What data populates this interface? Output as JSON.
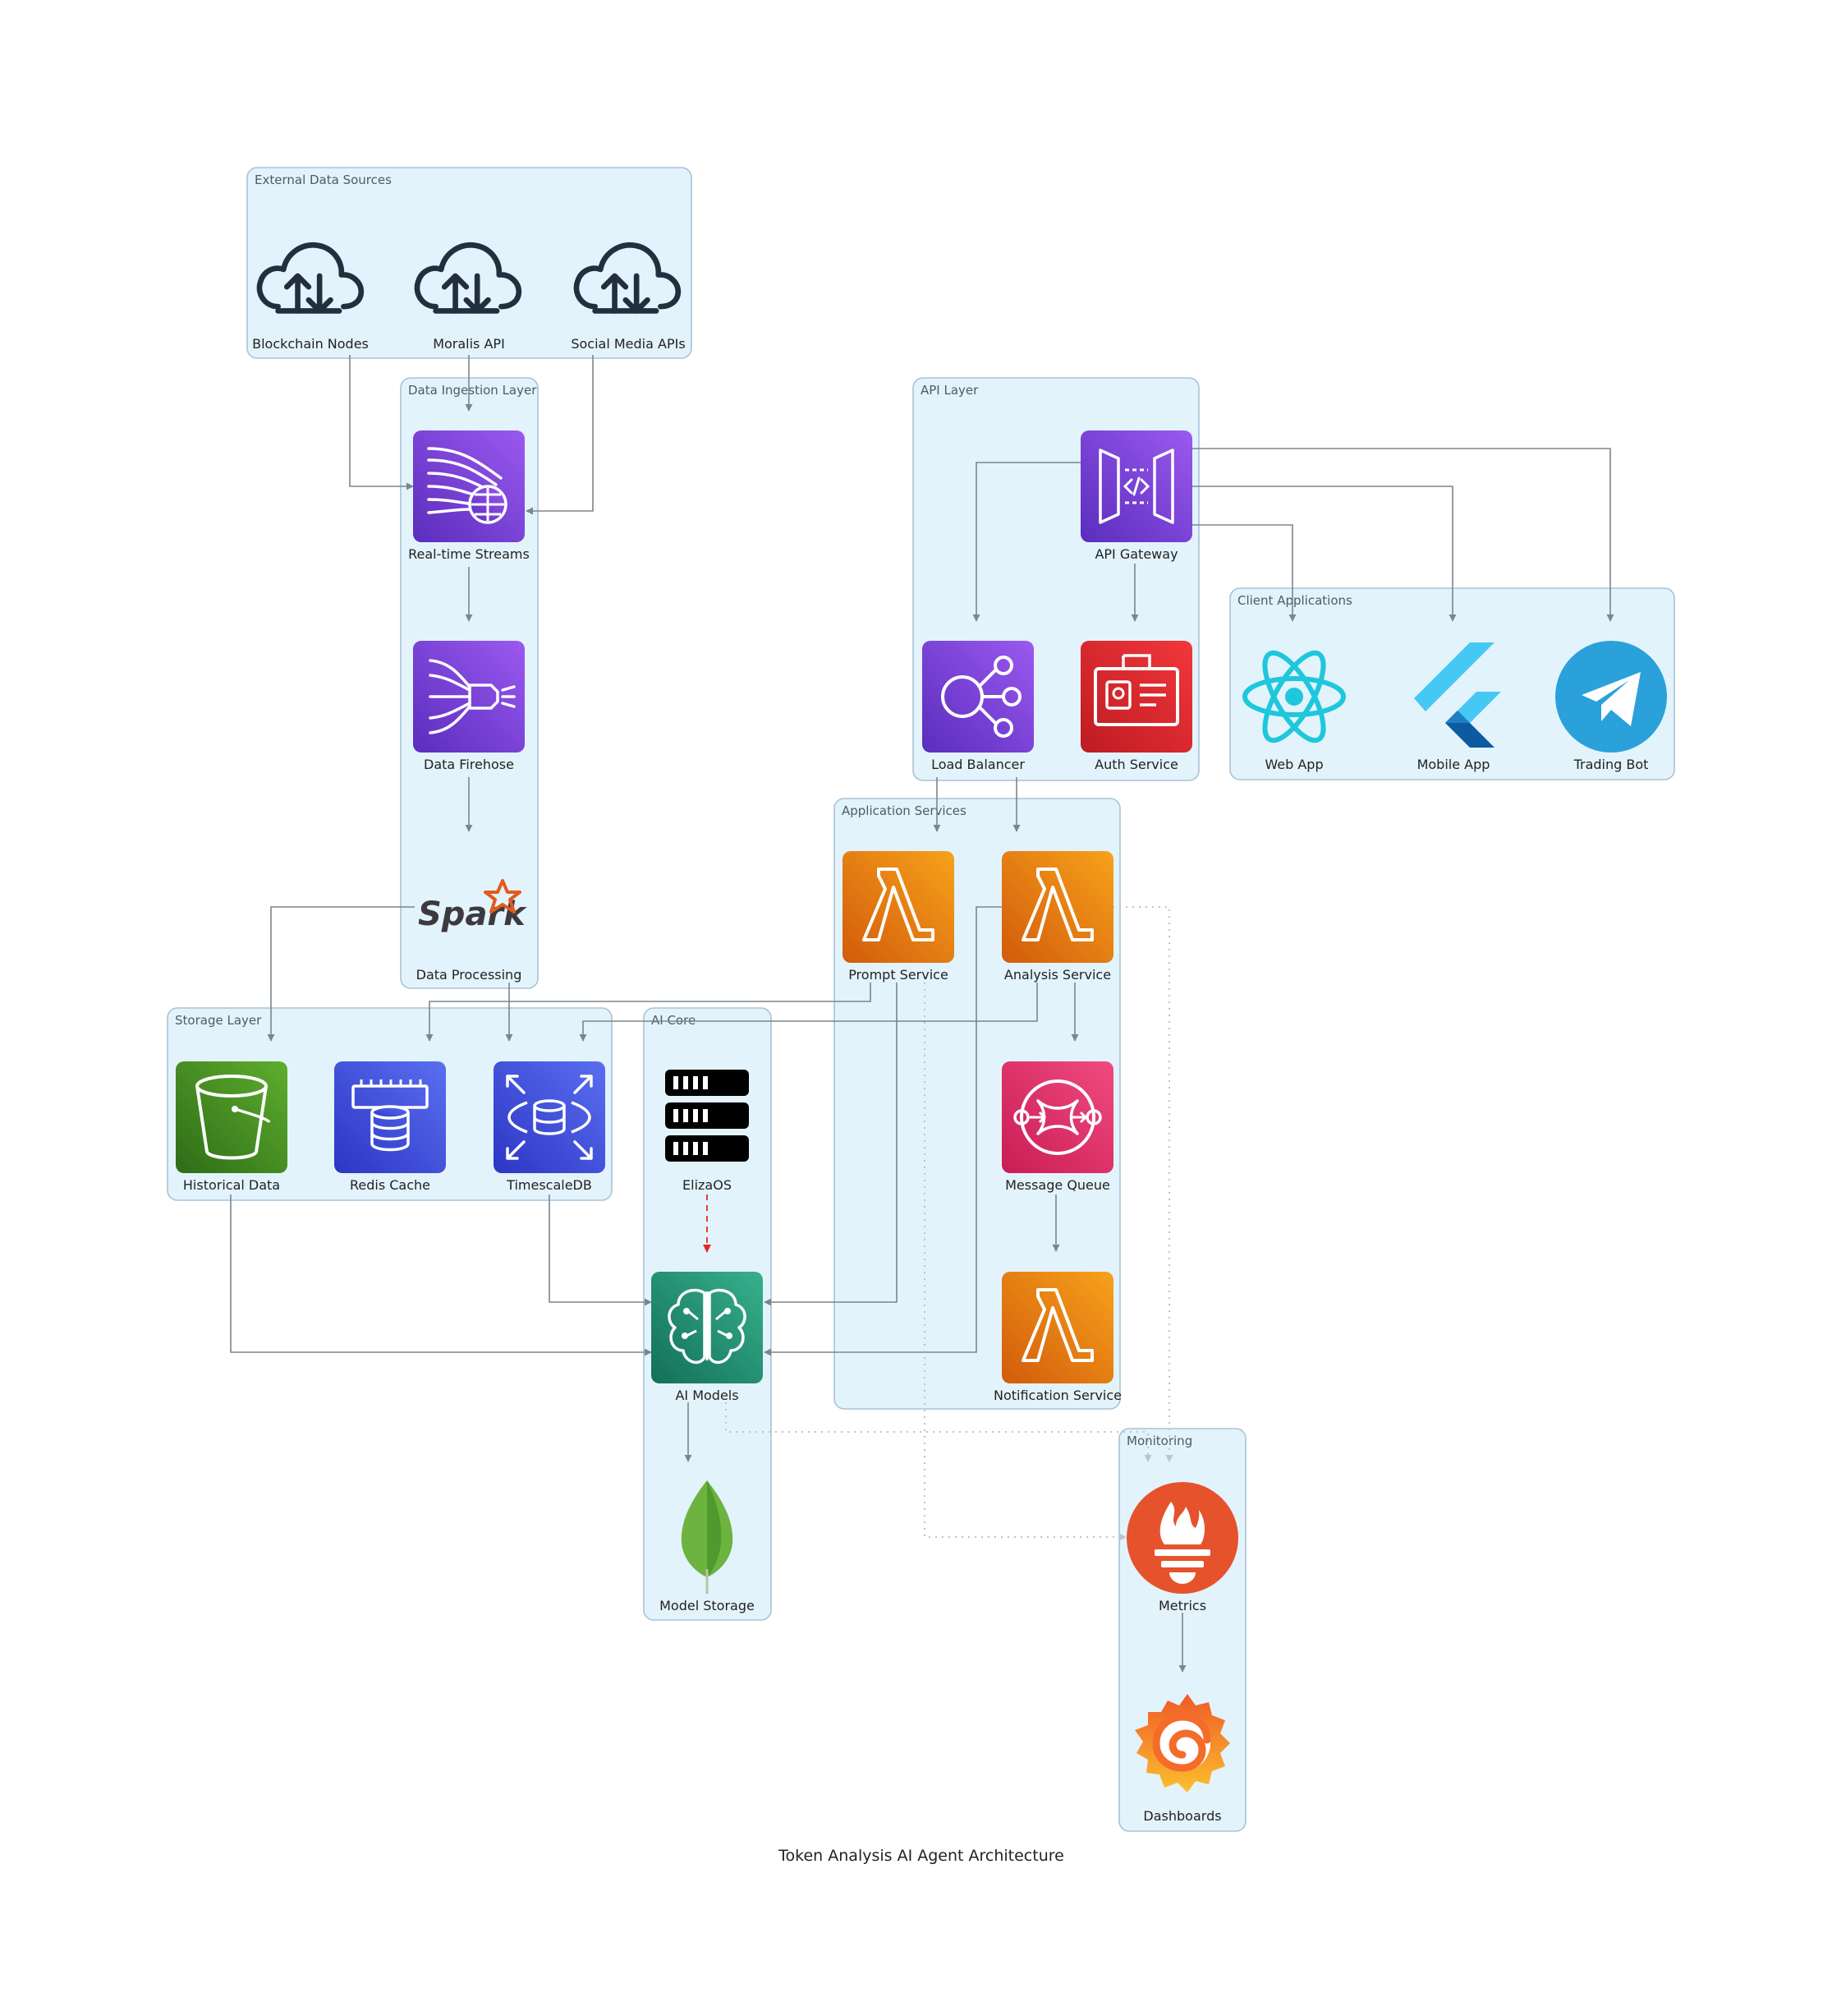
{
  "title": "Token Analysis AI Agent Architecture",
  "clusters": {
    "external": "External Data Sources",
    "ingestion": "Data Ingestion Layer",
    "api": "API Layer",
    "clients": "Client Applications",
    "app_services": "Application Services",
    "storage": "Storage Layer",
    "ai_core": "AI Core",
    "monitoring": "Monitoring"
  },
  "nodes": {
    "blockchain_nodes": "Blockchain Nodes",
    "moralis_api": "Moralis API",
    "social_media_apis": "Social Media APIs",
    "realtime_streams": "Real-time Streams",
    "data_firehose": "Data Firehose",
    "data_processing": "Data Processing",
    "api_gateway": "API Gateway",
    "load_balancer": "Load Balancer",
    "auth_service": "Auth Service",
    "web_app": "Web App",
    "mobile_app": "Mobile App",
    "trading_bot": "Trading Bot",
    "prompt_service": "Prompt Service",
    "analysis_service": "Analysis Service",
    "message_queue": "Message Queue",
    "notification_service": "Notification Service",
    "historical_data": "Historical Data",
    "redis_cache": "Redis Cache",
    "timescaledb": "TimescaleDB",
    "elizaos": "ElizaOS",
    "ai_models": "AI Models",
    "model_storage": "Model Storage",
    "metrics": "Metrics",
    "dashboards": "Dashboards"
  },
  "logo_text": {
    "spark": "Spark"
  },
  "colors": {
    "cluster_fill": "#e3f3fc",
    "cluster_border": "#a9c3d6",
    "edge": "#7d858c",
    "edge_dotted": "#bfc3c7",
    "edge_highlight": "#e8262a",
    "analytics_purple": "#7b3fd6",
    "compute_orange": "#ef7a14",
    "storage_green": "#3c8a1f",
    "database_blue": "#3b4ed8",
    "security_red": "#d8232a",
    "integration_pink": "#e2336b",
    "ml_teal": "#1f8a70"
  },
  "icons": {
    "blockchain_nodes": "cloud-upload-download-icon",
    "moralis_api": "cloud-upload-download-icon",
    "social_media_apis": "cloud-upload-download-icon",
    "realtime_streams": "kinesis-streams-icon",
    "data_firehose": "kinesis-firehose-icon",
    "data_processing": "spark-logo-icon",
    "api_gateway": "api-gateway-icon",
    "load_balancer": "load-balancer-icon",
    "auth_service": "identity-card-icon",
    "web_app": "react-logo-icon",
    "mobile_app": "flutter-logo-icon",
    "trading_bot": "telegram-logo-icon",
    "prompt_service": "lambda-icon",
    "analysis_service": "lambda-icon",
    "message_queue": "sqs-queue-icon",
    "notification_service": "lambda-icon",
    "historical_data": "s3-bucket-icon",
    "redis_cache": "elasticache-icon",
    "timescaledb": "rds-database-icon",
    "elizaos": "server-rack-icon",
    "ai_models": "sagemaker-brain-icon",
    "model_storage": "mongodb-leaf-icon",
    "metrics": "prometheus-icon",
    "dashboards": "grafana-icon"
  }
}
